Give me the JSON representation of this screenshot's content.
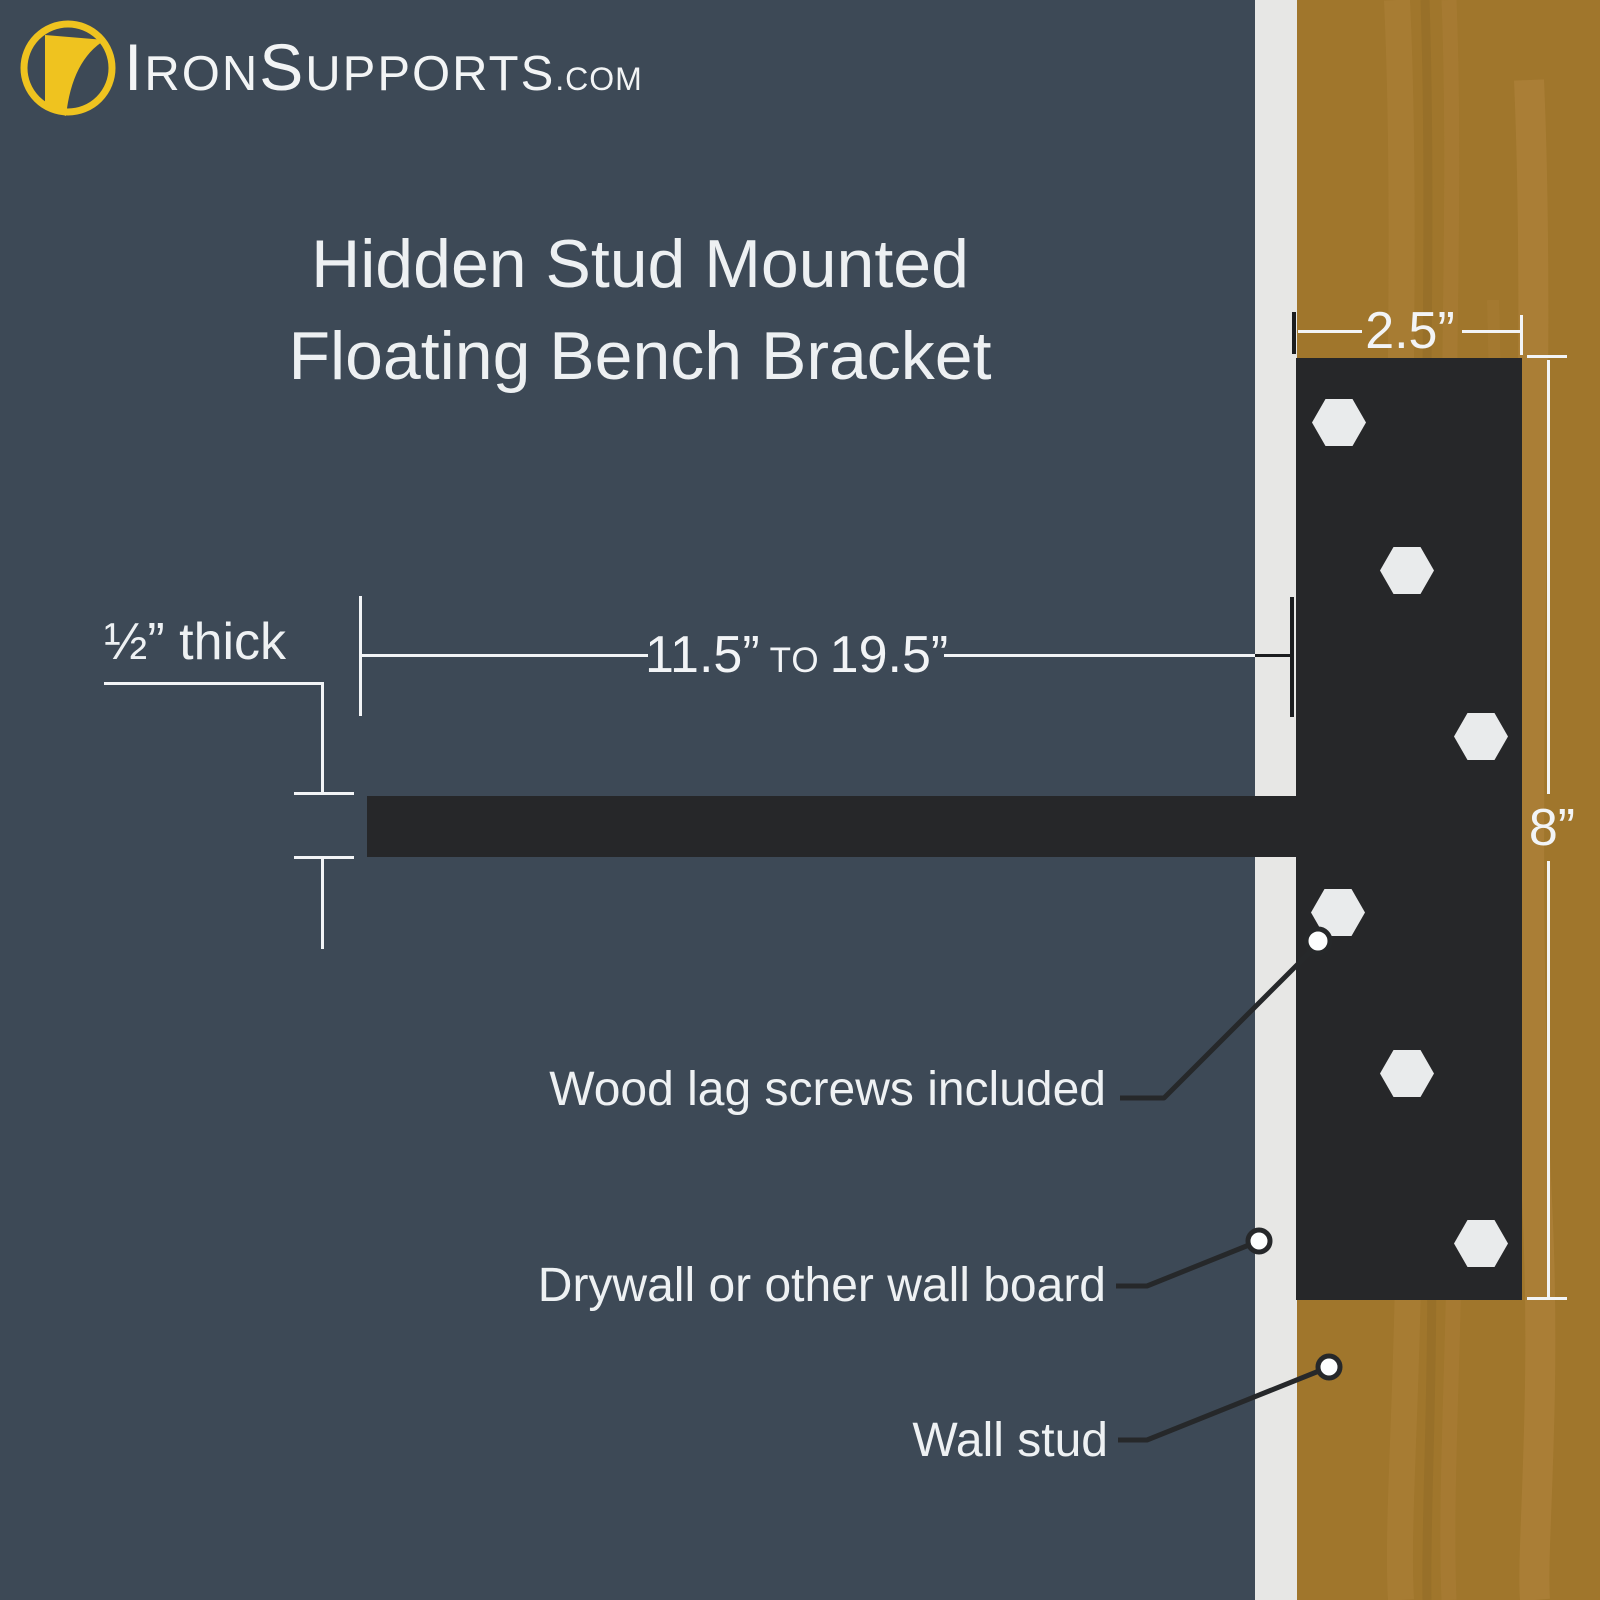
{
  "brand": {
    "logo_parts": {
      "i": "I",
      "ron": "RON",
      "s": "S",
      "upports": "UPPORTS",
      "dotcom": ".COM"
    }
  },
  "title": {
    "line1": "Hidden Stud Mounted",
    "line2": "Floating Bench Bracket"
  },
  "dimensions": {
    "bracket_width": "2.5”",
    "bracket_height": "8”",
    "arm_length_min": "11.5”",
    "arm_length_conj": "TO",
    "arm_length_max": "19.5”",
    "arm_thickness": "½” thick"
  },
  "callouts": {
    "screws": "Wood lag screws included",
    "drywall": "Drywall or other wall board",
    "stud": "Wall stud"
  },
  "colors": {
    "background_wall": "#3d4956",
    "wood_stud": "#a0762c",
    "wood_grain_light": "#ad813a",
    "wood_grain_dark": "#8f6a26",
    "drywall": "#e7e7e5",
    "bracket_steel": "#262729",
    "hardware_white": "#e9ebec",
    "line_white": "#f2f4f6",
    "line_black": "#1b1d1f",
    "leader_dark": "#26282a",
    "brand_yellow": "#efc31f"
  }
}
